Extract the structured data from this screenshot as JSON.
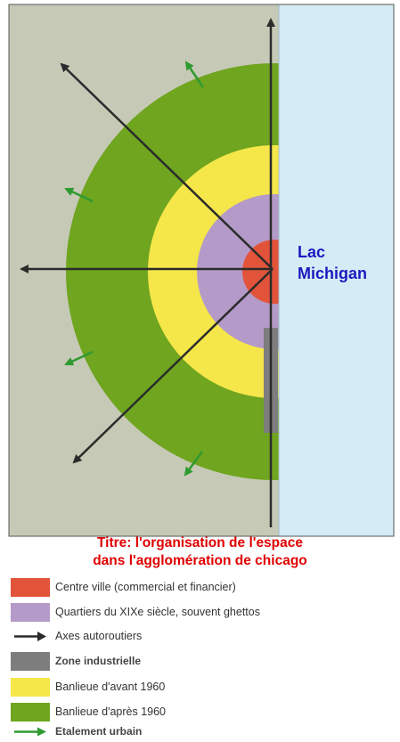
{
  "map": {
    "lake_label_line1": "Lac",
    "lake_label_line2": "Michigan",
    "colors": {
      "background": "#c7c9b7",
      "lake": "#d5ecf6",
      "centre_ville": "#e2543a",
      "quartiers_xix": "#b49ac8",
      "banlieue_avant_1960": "#f5e64a",
      "banlieue_apres_1960": "#6fa51f",
      "zone_industrielle": "#7d7d7d",
      "axes": "#2b2b2b",
      "etalement": "#2f9a2f"
    }
  },
  "title": {
    "line1": "Titre: l'organisation de l'espace",
    "line2": "dans l'agglomération de chicago"
  },
  "legend": [
    {
      "label": "Centre ville (commercial et financier)",
      "kind": "swatch",
      "color": "#e2543a",
      "bold": false
    },
    {
      "label": "Quartiers du XIXe siècle, souvent ghettos",
      "kind": "swatch",
      "color": "#b49ac8",
      "bold": false
    },
    {
      "label": "Axes autoroutiers",
      "kind": "black-arrow-icon",
      "color": "#2b2b2b",
      "bold": false
    },
    {
      "label": "Zone industrielle",
      "kind": "swatch",
      "color": "#7d7d7d",
      "bold": true
    },
    {
      "label": "Banlieue d'avant 1960",
      "kind": "swatch",
      "color": "#f5e64a",
      "bold": false
    },
    {
      "label": "Banlieue d'après 1960",
      "kind": "swatch",
      "color": "#6fa51f",
      "bold": false
    },
    {
      "label": "Etalement urbain",
      "kind": "green-arrow-icon",
      "color": "#2f9a2f",
      "bold": true
    }
  ]
}
